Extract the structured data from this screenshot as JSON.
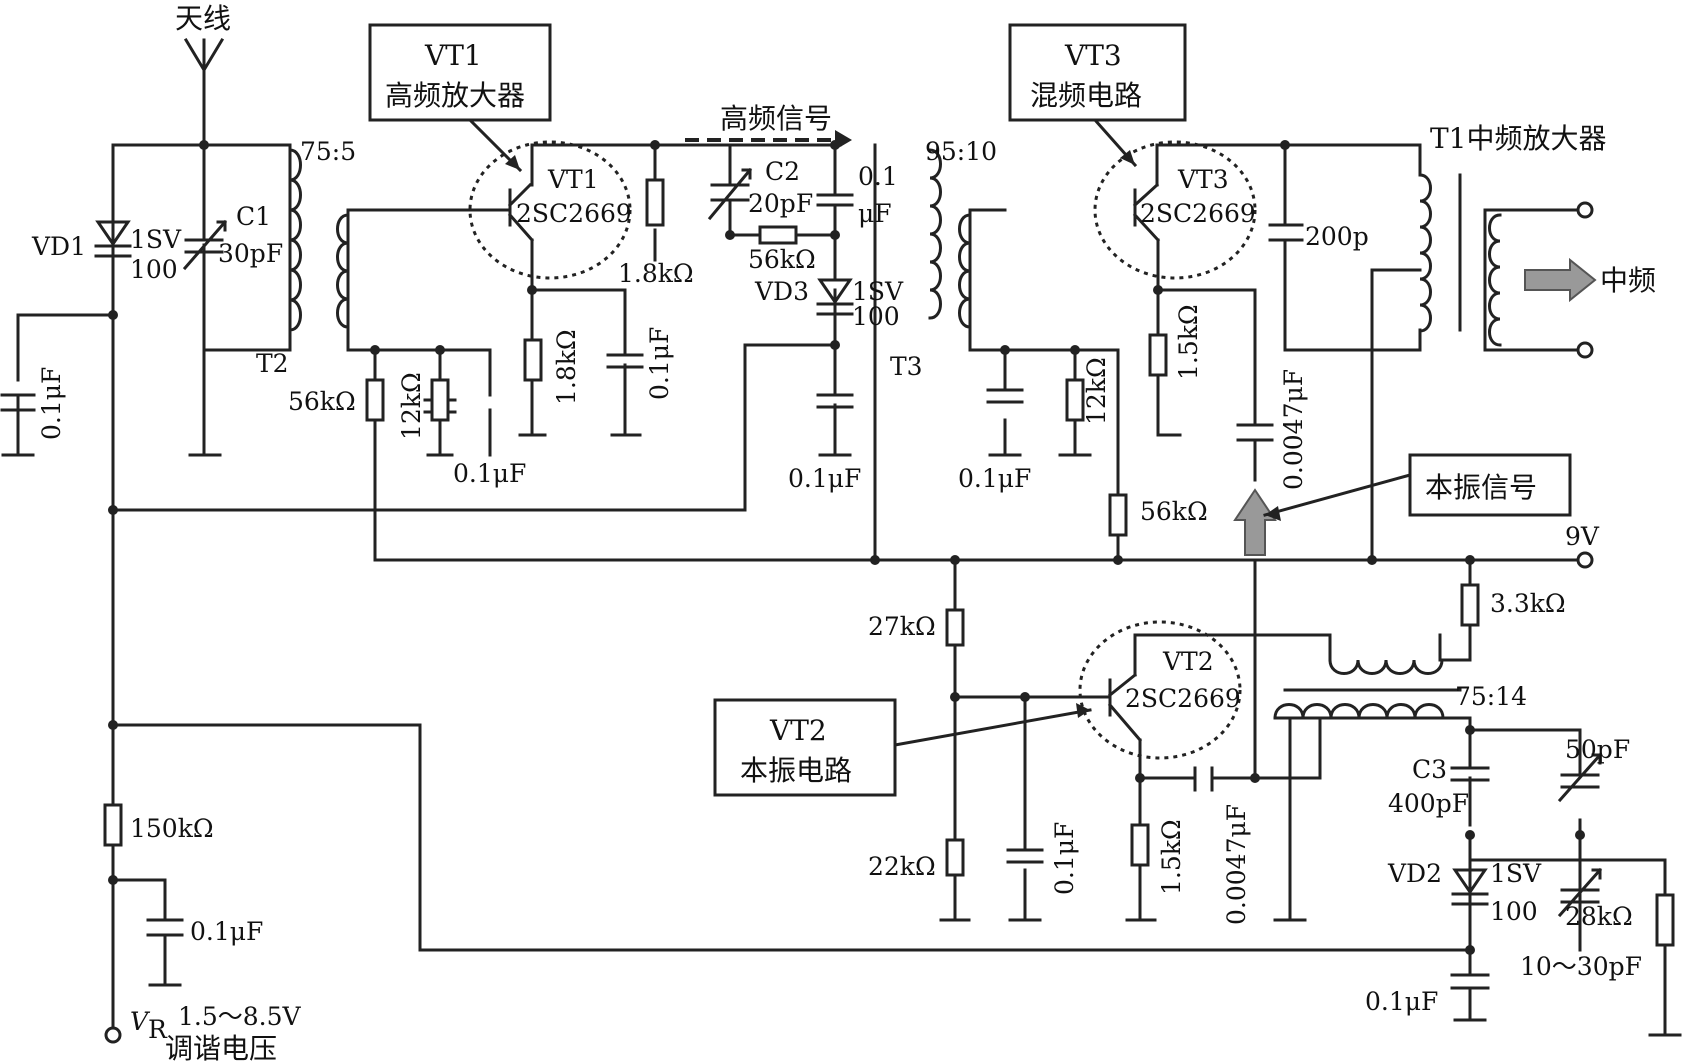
{
  "labels": {
    "antenna": "天线",
    "vt1_box_l1": "VT1",
    "vt1_box_l2": "高频放大器",
    "vt3_box_l1": "VT3",
    "vt3_box_l2": "混频电路",
    "vt2_box_l1": "VT2",
    "vt2_box_l2": "本振电路",
    "lo_signal": "本振信号",
    "rf_signal": "高频信号",
    "if_amp": "T1中频放大器",
    "if_out": "中频",
    "supply": "9V",
    "tuning_v": "1.5～8.5V",
    "tuning_label": "调谐电压",
    "vr": "V",
    "vr_sub": "R"
  },
  "components": {
    "t2_ratio": "75:5",
    "t2": "T2",
    "c1_name": "C1",
    "c1_val": "30pF",
    "vd1_name": "VD1",
    "vd1_type": "1SV",
    "vd1_type2": "100",
    "c_0p1_left": "0.1μF",
    "r56_left": "56kΩ",
    "r12_left": "12kΩ",
    "c_0p1_vt1e": "0.1μF",
    "vt1_name": "VT1",
    "vt1_part": "2SC2669",
    "r1p8_top": "1.8kΩ",
    "r1p8_e": "1.8kΩ",
    "c_0p1_vt1": "0.1μF",
    "c2_name": "C2",
    "c2_val": "20pF",
    "c_0p1_top_a": "0.1",
    "c_0p1_top_b": "μF",
    "r56_mid": "56kΩ",
    "vd3_name": "VD3",
    "vd3_type": "1SV",
    "vd3_type2": "100",
    "c_0p1_t3": "0.1μF",
    "t3_ratio": "95:10",
    "t3": "T3",
    "vt3_name": "VT3",
    "vt3_part": "2SC2669",
    "c200": "200p",
    "c_0p1_vt3b": "0.1μF",
    "r12_vt3": "12kΩ",
    "r1p5_vt3": "1.5kΩ",
    "r56_vt3": "56kΩ",
    "c0047_vt3": "0.0047μF",
    "r3p3": "3.3kΩ",
    "r27": "27kΩ",
    "r22": "22kΩ",
    "c_0p1_vt2b": "0.1μF",
    "vt2_name": "VT2",
    "vt2_part": "2SC2669",
    "lo_ratio": "75:14",
    "r1p5_vt2": "1.5kΩ",
    "c0047_vt2": "0.0047μF",
    "c3_name": "C3",
    "c3_val": "400pF",
    "c50": "50pF",
    "vd2_name": "VD2",
    "vd2_type": "1SV",
    "vd2_type2": "100",
    "r28": "28kΩ",
    "trim": "10～30pF",
    "c_0p1_vd2": "0.1μF",
    "r150": "150kΩ",
    "c_0p1_vr": "0.1μF"
  }
}
